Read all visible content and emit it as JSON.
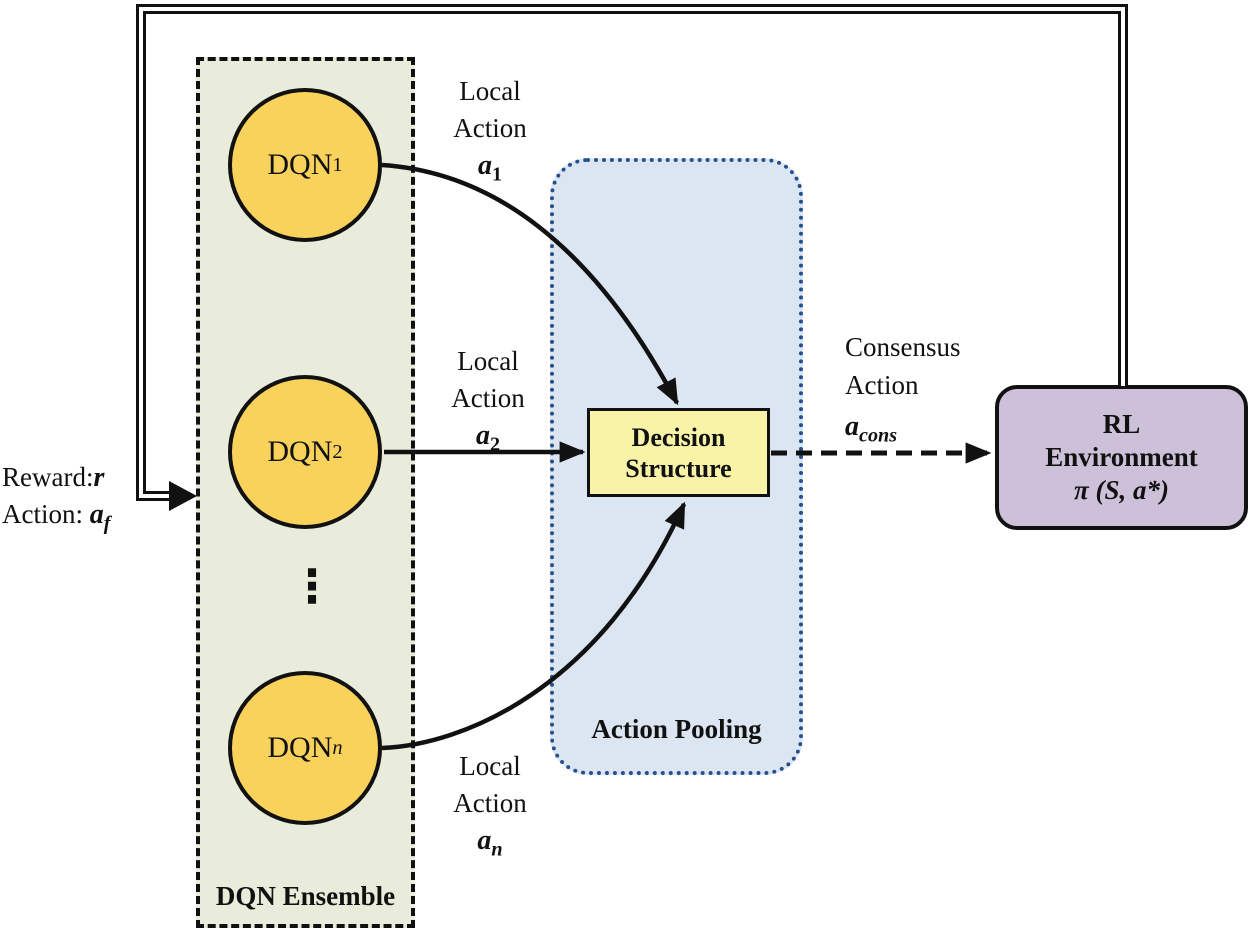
{
  "feedback": {
    "reward_label": "Reward:",
    "reward_var": "r",
    "action_label": "Action: ",
    "action_var": "a",
    "action_sub": "f"
  },
  "ensemble": {
    "label": "DQN Ensemble",
    "nodes": [
      {
        "name": "DQN",
        "sub": "1"
      },
      {
        "name": "DQN",
        "sub": "2"
      },
      {
        "name": "DQN",
        "sub": "n"
      }
    ]
  },
  "icons": {
    "vertical_ellipsis": "⋮"
  },
  "local_actions": [
    {
      "line1": "Local",
      "line2": "Action",
      "var": "a",
      "sub": "1"
    },
    {
      "line1": "Local",
      "line2": "Action",
      "var": "a",
      "sub": "2"
    },
    {
      "line1": "Local",
      "line2": "Action",
      "var": "a",
      "sub": "n"
    }
  ],
  "pooling": {
    "label": "Action Pooling",
    "decision": {
      "line1": "Decision",
      "line2": "Structure"
    }
  },
  "consensus": {
    "line1": "Consensus",
    "line2": "Action",
    "var": "a",
    "sub": "cons"
  },
  "environment": {
    "line1": "RL",
    "line2": "Environment",
    "line3": "π (S, a*)"
  },
  "colors": {
    "node_fill": "#f9d25c",
    "ensemble_fill": "#e9ecda",
    "pooling_fill": "#dce6f2",
    "pooling_border": "#27508f",
    "decision_fill": "#f8f3a7",
    "environment_fill": "#cdc1d9",
    "line": "#111111"
  }
}
